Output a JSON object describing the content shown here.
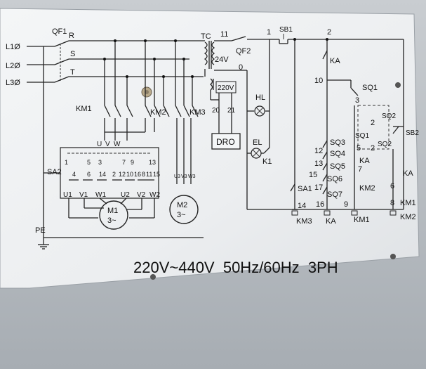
{
  "diagram": {
    "breaker_main": "QF1",
    "phase_inputs": [
      "L1Ø",
      "L2Ø",
      "L3Ø"
    ],
    "phase_buses": [
      "R",
      "S",
      "T"
    ],
    "transformer": "TC",
    "secondary_voltage": "24V",
    "control_breaker": "QF2",
    "node_11": "11",
    "node_0": "0",
    "dro_supply_voltage": "220V",
    "dro_terminals": [
      "20",
      "21"
    ],
    "dro_label": "DRO",
    "lamp_hl": "HL",
    "lamp_el": "EL",
    "relay_k1": "K1",
    "contactor_km1": "KM1",
    "contactor_km2": "KM2",
    "contactor_km3": "KM3",
    "selector_sa2": "SA2",
    "bus_terminals": [
      "U",
      "V",
      "W"
    ],
    "switch_numbers_top": [
      "1",
      "5",
      "3",
      "7",
      "9",
      "13"
    ],
    "switch_numbers_bottom": [
      "4",
      "6",
      "14",
      "2",
      "12",
      "10",
      "16",
      "8",
      "11",
      "15"
    ],
    "m1_terminals": [
      "U1",
      "V1",
      "W1",
      "U2",
      "V2",
      "W2"
    ],
    "m2_terminals": [
      "U3",
      "V3",
      "W3"
    ],
    "motor_m1": [
      "M1",
      "3~"
    ],
    "motor_m2": [
      "M2",
      "3~"
    ],
    "protective_earth": "PE",
    "control_nodes": [
      "1",
      "2",
      "10",
      "3",
      "12",
      "13",
      "15",
      "17",
      "14",
      "16",
      "9",
      "5",
      "7",
      "6",
      "8"
    ],
    "sb1": "SB1",
    "ka": "KA",
    "sq_limit_switches": [
      "SQ1",
      "SQ2",
      "SQ3",
      "SQ4",
      "SQ5",
      "SQ6",
      "SQ7"
    ],
    "sb2": "SB2",
    "sa1": "SA1",
    "coils": [
      "KM3",
      "KA",
      "KM1",
      "KM2"
    ],
    "ka_branch_labels": [
      "KA",
      "KA",
      "KM2",
      "KM1"
    ],
    "rating": "220V~440V  50Hz/60Hz  3PH"
  }
}
